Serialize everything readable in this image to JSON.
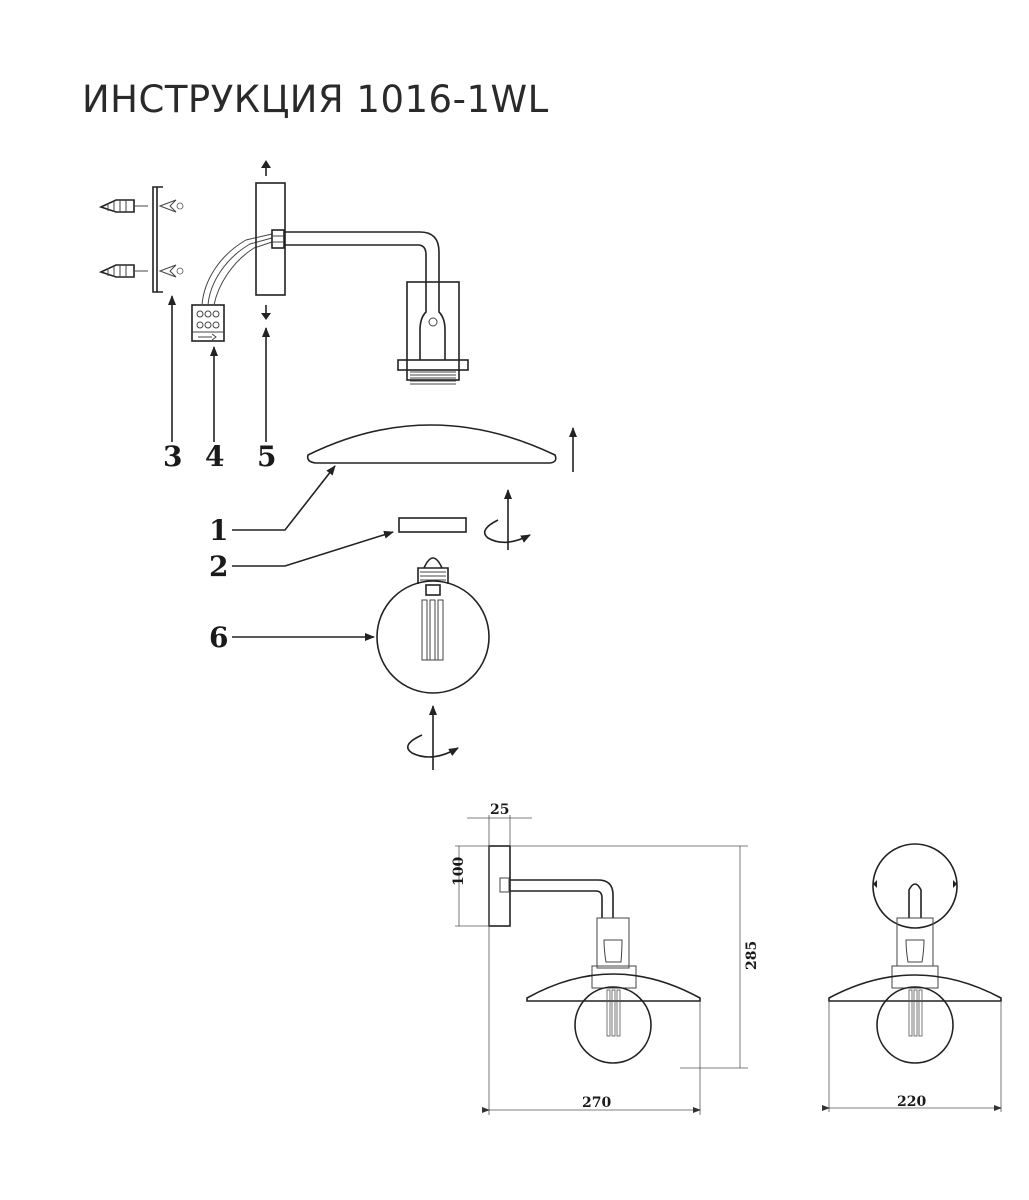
{
  "title": "ИНСТРУКЦИЯ 1016-1WL",
  "callouts": [
    "1",
    "2",
    "3",
    "4",
    "5",
    "6"
  ],
  "dimensions": {
    "depth_mm": "25",
    "plate_height_mm": "100",
    "total_height_mm": "285",
    "total_projection_mm": "270",
    "shade_diameter_mm": "220"
  }
}
